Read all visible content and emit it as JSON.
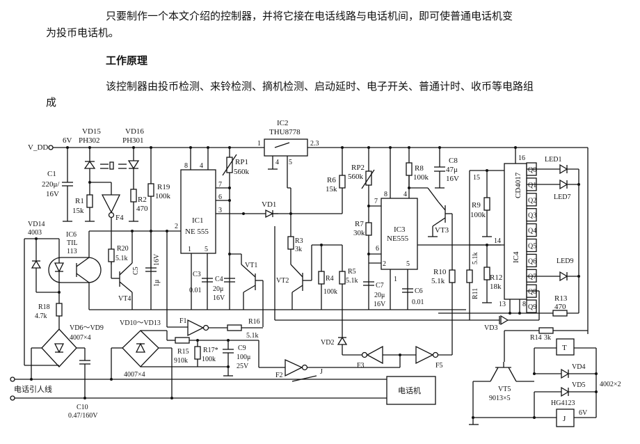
{
  "document": {
    "intro_line1": "只要制作一个本文介绍的控制器，并将它接在电话线路与电话机间，即可使普通电话机变",
    "intro_line2": "为投币电话机。",
    "section_heading": "工作原理",
    "body_line1": "该控制器由投币检测、来铃检测、摘机检测、启动延时、电子开关、普通计时、收币等电路组",
    "body_line2": "成"
  },
  "schematic": {
    "supply": {
      "label": "V_DD",
      "voltage": "6V"
    },
    "components": {
      "VD15": {
        "name": "VD15",
        "part": "PH302"
      },
      "VD16": {
        "name": "VD16",
        "part": "PH301"
      },
      "C1": {
        "name": "C1",
        "value": "220μ/",
        "rating": "16V"
      },
      "R1": {
        "name": "R1",
        "value": "15k"
      },
      "R2": {
        "name": "R2",
        "value": "470"
      },
      "R19": {
        "name": "R19",
        "value": "100k"
      },
      "F4": {
        "name": "F4"
      },
      "IC1": {
        "name": "IC1",
        "part": "NE 555",
        "pins": [
          "8",
          "4",
          "7",
          "6",
          "3",
          "2",
          "1",
          "5"
        ]
      },
      "IC2": {
        "name": "IC2",
        "part": "THU8778",
        "pins": [
          "1",
          "2.3",
          "4",
          "5"
        ]
      },
      "RP1": {
        "name": "RP1",
        "value": "560k"
      },
      "RP2": {
        "name": "RP2",
        "value": "560k"
      },
      "VD1": {
        "name": "VD1"
      },
      "VD2": {
        "name": "VD2"
      },
      "VD3": {
        "name": "VD3"
      },
      "R6": {
        "name": "R6",
        "value": "15k"
      },
      "R8": {
        "name": "R8",
        "value": "100k"
      },
      "C8": {
        "name": "C8",
        "value": "47μ",
        "rating": "16V"
      },
      "R7": {
        "name": "R7",
        "value": "30k"
      },
      "IC3": {
        "name": "IC3",
        "part": "NE555",
        "pins": [
          "8",
          "4",
          "7",
          "6",
          "2",
          "5",
          "1"
        ]
      },
      "VT3": {
        "name": "VT3"
      },
      "VD14": {
        "name": "VD14",
        "part": "4003"
      },
      "IC6": {
        "name": "IC6",
        "part": "TIL",
        "part2": "113"
      },
      "R20": {
        "name": "R20",
        "value": "5.1k"
      },
      "C5": {
        "name": "C5",
        "value": "1μ",
        "rating": "16V"
      },
      "VT4": {
        "name": "VT4"
      },
      "C3": {
        "name": "C3",
        "value": "0.01"
      },
      "C4": {
        "name": "C4",
        "value": "20μ",
        "rating": "16V"
      },
      "VT1": {
        "name": "VT1"
      },
      "R3": {
        "name": "R3",
        "value": "3k"
      },
      "VT2": {
        "name": "VT2"
      },
      "R4": {
        "name": "R4",
        "value": "100k"
      },
      "R5": {
        "name": "R5",
        "value": "5.1k"
      },
      "C7": {
        "name": "C7",
        "value": "20μ",
        "rating": "16V"
      },
      "C6": {
        "name": "C6",
        "value": "0.01"
      },
      "R10": {
        "name": "R10",
        "value": "5.1k"
      },
      "R11": {
        "name": "R11",
        "value": "5.1k"
      },
      "R9": {
        "name": "R9",
        "value": "100k"
      },
      "R12": {
        "name": "R12",
        "value": "18k"
      },
      "IC4": {
        "name": "IC4",
        "part": "CD4017",
        "pins": [
          "16",
          "15",
          "14",
          "13",
          "8"
        ],
        "outputs": [
          "Q0",
          "Q1",
          "Q2",
          "Q3",
          "Q4",
          "Q5",
          "Q6",
          "Q7",
          "Q8",
          "Q9"
        ]
      },
      "LED1": {
        "name": "LED1"
      },
      "LED2": {
        "name": "LED7"
      },
      "LED3": {
        "name": "LED9"
      },
      "R13": {
        "name": "R13",
        "value": "470"
      },
      "R18": {
        "name": "R18",
        "value": "4.7k"
      },
      "bridge1": {
        "name": "VD6～VD9",
        "part": "4007×4"
      },
      "bridge2": {
        "name": "VD10～VD13",
        "part": "4007×4"
      },
      "F1": {
        "name": "F1"
      },
      "R16": {
        "name": "R16",
        "value": "5.1k"
      },
      "R15": {
        "name": "R15",
        "value": "910k"
      },
      "R17": {
        "name": "R17*",
        "value": "100k"
      },
      "C9": {
        "name": "C9",
        "value": "100μ",
        "rating": "25V"
      },
      "F2": {
        "name": "F2"
      },
      "F3": {
        "name": "F3"
      },
      "F5": {
        "name": "F5"
      },
      "J_contact": {
        "name": "J"
      },
      "R14": {
        "name": "R14",
        "value": "3k"
      },
      "T": {
        "name": "T"
      },
      "VD4": {
        "name": "VD4"
      },
      "VD5": {
        "name": "VD5"
      },
      "diodes_note": "4002×2",
      "VT5": {
        "name": "VT5",
        "part": "9013×5"
      },
      "relay": {
        "part": "HG4123",
        "coil": "J",
        "voltage": "6V"
      },
      "C10": {
        "name": "C10",
        "value": "0.47/160V"
      }
    },
    "line_in_label": "电话引人线",
    "phone_label": "电话机"
  }
}
